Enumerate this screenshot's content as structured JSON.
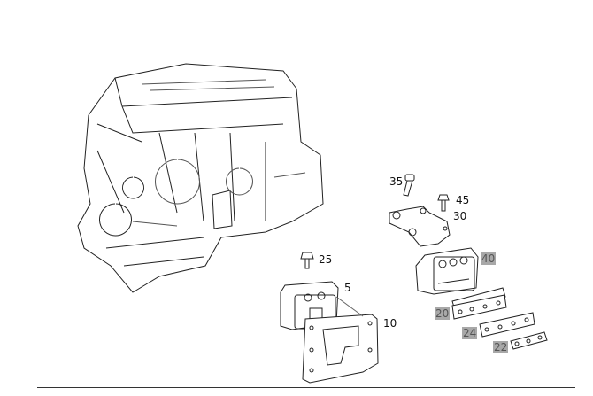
{
  "diagram": {
    "parts": [
      {
        "id": "35",
        "highlighted": false
      },
      {
        "id": "45",
        "highlighted": false
      },
      {
        "id": "30",
        "highlighted": false
      },
      {
        "id": "25",
        "highlighted": false
      },
      {
        "id": "40",
        "highlighted": true
      },
      {
        "id": "5",
        "highlighted": false
      },
      {
        "id": "10",
        "highlighted": false
      },
      {
        "id": "20",
        "highlighted": true
      },
      {
        "id": "24",
        "highlighted": true
      },
      {
        "id": "22",
        "highlighted": true
      }
    ],
    "highlight_color": "#a8a8a8"
  }
}
